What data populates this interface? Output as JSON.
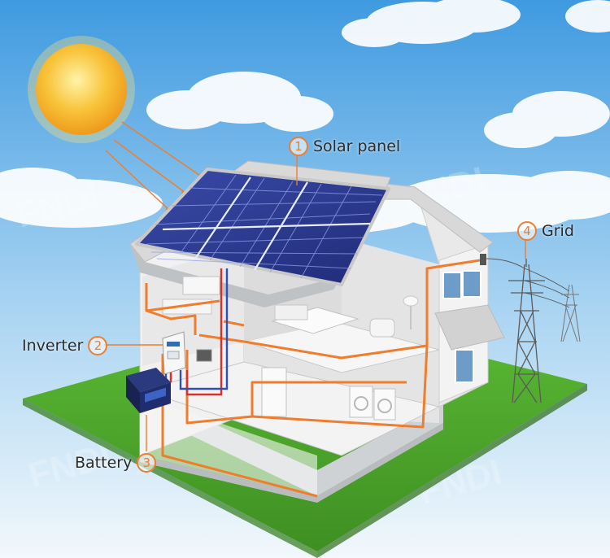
{
  "callouts": {
    "solar_panel": {
      "number": "1",
      "label": "Solar panel"
    },
    "inverter": {
      "number": "2",
      "label": "Inverter"
    },
    "battery": {
      "number": "3",
      "label": "Battery"
    },
    "grid": {
      "number": "4",
      "label": "Grid"
    }
  },
  "watermark": "FNDI",
  "colors": {
    "sky_top": "#3f9ae0",
    "sky_bottom": "#e8f4fb",
    "grass": "#4da92c",
    "wiring": "#ef7d2e",
    "solar_cell": "#2b3a8f",
    "sun": "#f7b52b",
    "callout_accent": "#ef7d2e",
    "dc_positive": "#d9302c",
    "dc_negative": "#2f4fb6"
  }
}
